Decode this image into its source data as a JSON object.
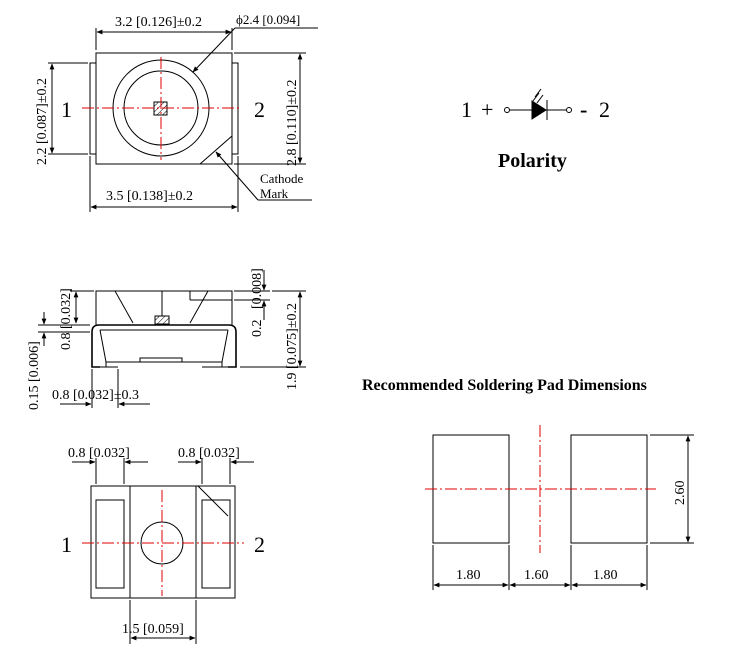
{
  "top_view": {
    "width_dim": "3.2 [0.126]±0.2",
    "lens_dim": "ϕ2.4 [0.094]",
    "height_left_dim": "2.2 [0.087]±0.2",
    "height_right_dim": "2.8 [0.110]±0.2",
    "overall_width_dim": "3.5 [0.138]±0.2",
    "pin_left": "1",
    "pin_right": "2",
    "cathode_label_1": "Cathode",
    "cathode_label_2": "Mark"
  },
  "side_view": {
    "dim_0_8_left": "0.8 [0.032]",
    "dim_0_15": "0.15 [0.006]",
    "dim_0_8_bottom": "0.8 [0.032]±0.3",
    "dim_0_008": "[0.008]",
    "dim_0_2": "0.2",
    "dim_height": "1.9 [0.075]±0.2"
  },
  "bottom_view": {
    "dim_pad_left": "0.8 [0.032]",
    "dim_pad_right": "0.8 [0.032]",
    "dim_spacing": "1.5 [0.059]",
    "pin_left": "1",
    "pin_right": "2"
  },
  "polarity": {
    "pin_1": "1",
    "plus": "+",
    "minus": "-",
    "pin_2": "2",
    "title": "Polarity"
  },
  "solder_pads": {
    "title": "Recommended Soldering Pad Dimensions",
    "pad_width_left": "1.80",
    "gap": "1.60",
    "pad_width_right": "1.80",
    "pad_height": "2.60"
  }
}
